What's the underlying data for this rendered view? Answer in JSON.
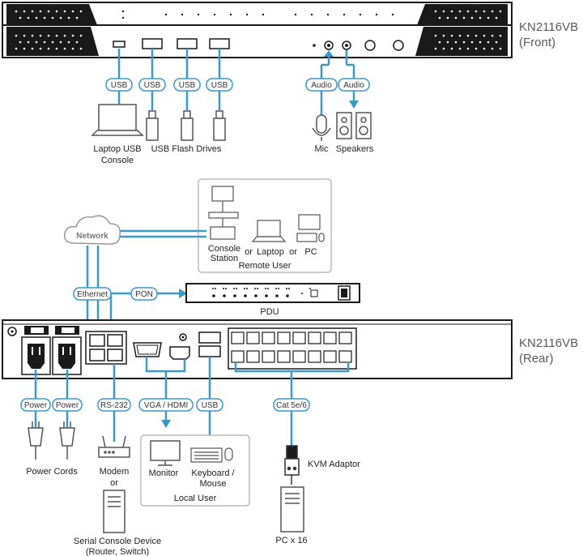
{
  "front": {
    "model": "KN2116VB",
    "sub": "(Front)"
  },
  "rear": {
    "model": "KN2116VB",
    "sub": "(Rear)"
  },
  "front_links": {
    "usb_tags": [
      "USB",
      "USB",
      "USB",
      "USB"
    ],
    "audio_tags": [
      "Audio",
      "Audio"
    ]
  },
  "devices": {
    "laptop_console": [
      "Laptop USB",
      "Console"
    ],
    "flash_drives": "USB Flash Drives",
    "mic": "Mic",
    "speakers": "Speakers",
    "network": "Network",
    "console_station": [
      "Console",
      "Station"
    ],
    "or1": "or",
    "laptop": "Laptop",
    "or2": "or",
    "pc": "PC",
    "remote_user": "Remote User",
    "ethernet": "Ethernet",
    "pon": "PON",
    "pdu": "PDU",
    "power_tags": [
      "Power",
      "Power"
    ],
    "rs232": "RS-232",
    "vga_hdmi": "VGA / HDMI",
    "usb_rear": "USB",
    "cat": "Cat 5e/6",
    "power_cords": "Power Cords",
    "modem": [
      "Modem",
      "or"
    ],
    "serial": [
      "Serial Console Device",
      "(Router, Switch)"
    ],
    "monitor": "Monitor",
    "keyboard_mouse": [
      "Keyboard /",
      "Mouse"
    ],
    "local_user": "Local User",
    "kvm_adaptor": "KVM Adaptor",
    "pc_x16": "PC x 16"
  },
  "colors": {
    "link": "#3a9ac9",
    "panel": "#1a1a1a",
    "tag_fill": "#ffffff",
    "remote_box": "#bbbbbb"
  }
}
